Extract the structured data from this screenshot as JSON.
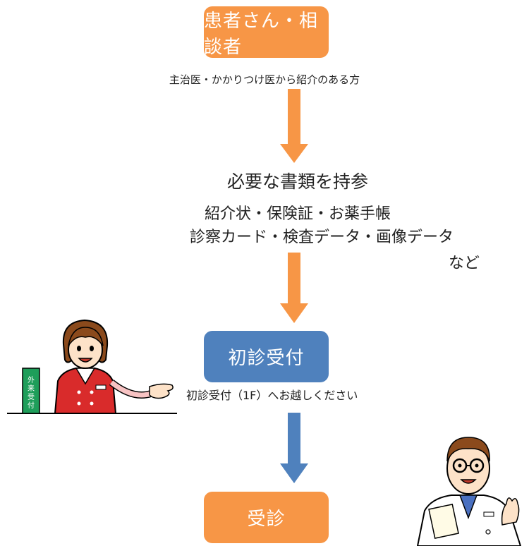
{
  "colors": {
    "orange": "#f79646",
    "blue": "#4f81bd",
    "text": "#222222"
  },
  "step1": {
    "label": "患者さん・相談者",
    "note": "主治医・かかりつけ医から紹介のある方"
  },
  "documents": {
    "heading": "必要な書類を持参",
    "line1": "紹介状・保険証・お薬手帳",
    "line2": "診察カード・検査データ・画像データ",
    "line3": "など"
  },
  "step2": {
    "label": "初診受付",
    "note": "初診受付（1F）へお越しください",
    "sign": "外来受付"
  },
  "step3": {
    "label": "受診"
  },
  "icons": {
    "receptionist": "receptionist-illustration",
    "doctor": "doctor-illustration"
  }
}
